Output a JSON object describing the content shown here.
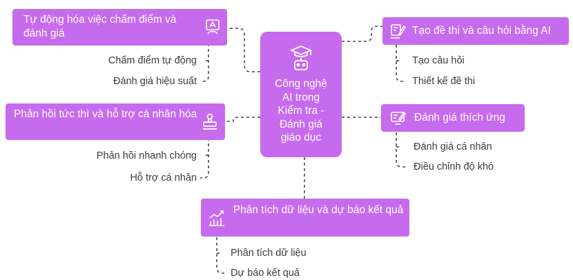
{
  "center": {
    "title": "Công nghệ\nAI trong\nKiểm tra -\nĐánh giá\ngiáo dục",
    "icon": "ai-education-icon"
  },
  "branches": [
    {
      "title": "Tự động hóa việc chấm điểm và đánh giá",
      "icon": "grading-tablet-icon",
      "items": [
        "Chấm điểm tự động",
        "Đánh giá hiệu suất"
      ]
    },
    {
      "title": "Phản hồi tức thì và hỗ trợ cá nhân hóa",
      "icon": "stamp-icon",
      "items": [
        "Phản hồi nhanh chóng",
        "Hỗ trợ cá nhân"
      ]
    },
    {
      "title": "Tạo đề thi và câu hỏi bằng AI",
      "icon": "exam-pen-icon",
      "items": [
        "Tạo câu hỏi",
        "Thiết kế đề thi"
      ]
    },
    {
      "title": "Đánh giá thích ứng",
      "icon": "adaptive-screen-icon",
      "items": [
        "Đánh giá cá nhân",
        "Điều chỉnh độ khó"
      ]
    },
    {
      "title": "Phân tích dữ liệu và dự báo kết quả",
      "icon": "chart-growth-icon",
      "items": [
        "Phân tích dữ liệu",
        "Dự báo kết quả"
      ]
    }
  ],
  "colors": {
    "node": "#c76bee",
    "text_on_node": "#ffffff",
    "leaf_text": "#3b3b3b",
    "connector": "#444444"
  }
}
